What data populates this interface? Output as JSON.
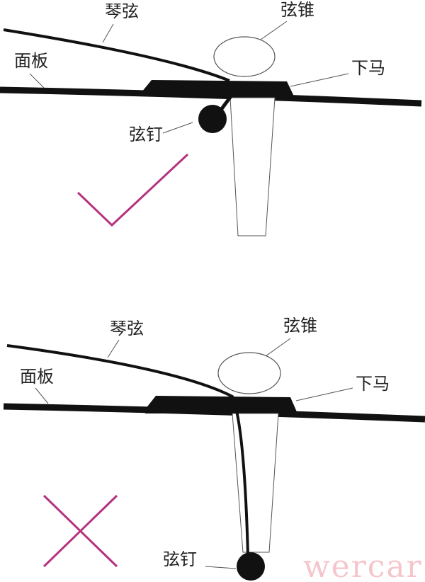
{
  "top_diagram": {
    "status": "correct",
    "labels": {
      "string": "琴弦",
      "soundboard": "面板",
      "pin": "弦锥",
      "bridge": "下马",
      "ball_end": "弦钉"
    }
  },
  "bottom_diagram": {
    "status": "incorrect",
    "labels": {
      "string": "琴弦",
      "soundboard": "面板",
      "pin": "弦锥",
      "bridge": "下马",
      "ball_end": "弦钉"
    }
  },
  "watermark": "wercar",
  "colors": {
    "mark": "#b5337f",
    "ink": "#111111"
  }
}
